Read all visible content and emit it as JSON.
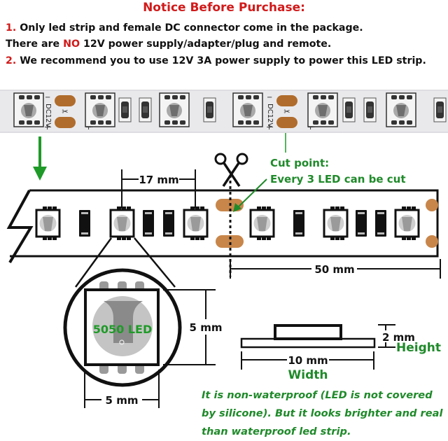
{
  "notice": {
    "title": "Notice Before Purchase:",
    "line1_num": "1.",
    "line1_text": " Only led strip and female DC connector come in the package.",
    "line2_pre": "There are ",
    "line2_emph": "NO",
    "line2_post": " 12V power supply/adapter/plug and remote.",
    "line3_num": "2.",
    "line3_text": " We recommend you to use 12V 3A power supply to power this LED strip."
  },
  "photo_strip": {
    "pad_label": "DC12V",
    "minus": "−",
    "plus": "+",
    "scissor_glyph": "✂"
  },
  "diagram": {
    "led_pitch": "17 mm",
    "cut_title": "Cut point:",
    "cut_text": "Every 3 LED can be cut",
    "segment_length": "50 mm",
    "led_name": "5050 LED",
    "led_height": "5 mm",
    "led_width": "5 mm",
    "strip_height_value": "2 mm",
    "strip_height_label": "Height",
    "strip_width_value": "10 mm",
    "strip_width_label": "Width"
  },
  "note": {
    "text": "It is non-waterproof (LED is not covered by silicone). But it looks brighter and real than waterproof led strip."
  },
  "colors": {
    "red": "#d11a1a",
    "green": "#1f8a2a",
    "copper": "#c8864a"
  }
}
